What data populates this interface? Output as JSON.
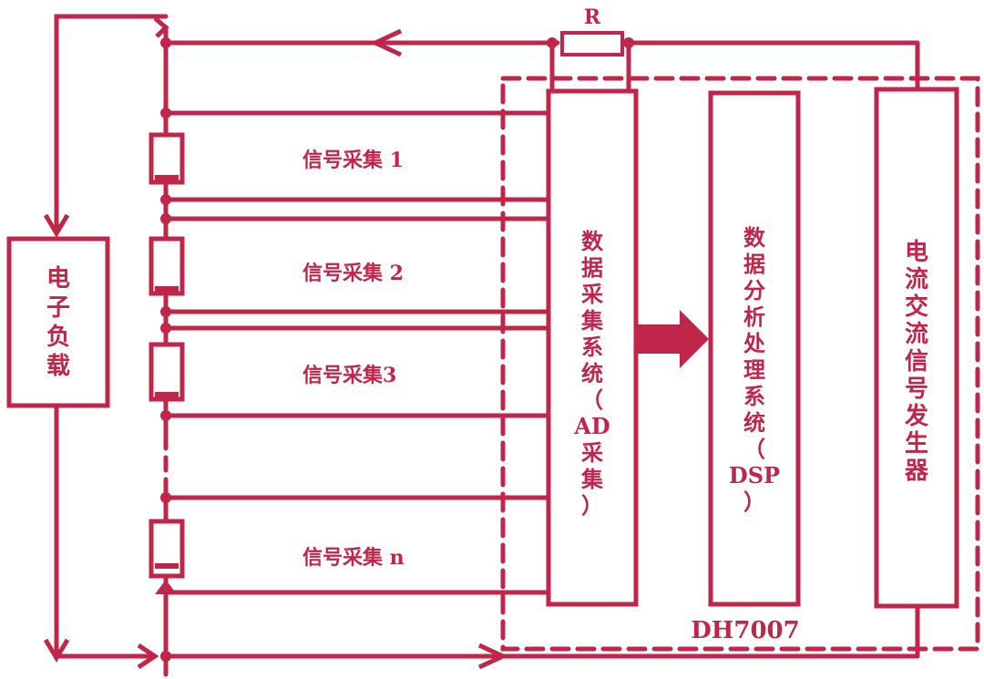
{
  "resistor_label": "R",
  "device_model": "DH7007",
  "load": {
    "label_lines": [
      "电",
      "子",
      "负",
      "载"
    ]
  },
  "signal_channels": [
    {
      "label": "信号采集 1"
    },
    {
      "label": "信号采集 2"
    },
    {
      "label": "信号采集3"
    },
    {
      "label": "信号采集 n"
    }
  ],
  "blocks": {
    "acquisition": {
      "label_lines": [
        "数",
        "据",
        "采",
        "集",
        "系",
        "统",
        "（",
        "AD",
        "采",
        "集",
        "）"
      ]
    },
    "analysis": {
      "label_lines": [
        "数",
        "据",
        "分",
        "析",
        "处",
        "理",
        "系",
        "统",
        "（",
        "DSP",
        "）"
      ]
    },
    "generator": {
      "label_lines": [
        "电",
        "流",
        "交",
        "流",
        "信",
        "号",
        "发",
        "生",
        "器"
      ]
    }
  },
  "colors": {
    "primary": "#c0264a"
  }
}
